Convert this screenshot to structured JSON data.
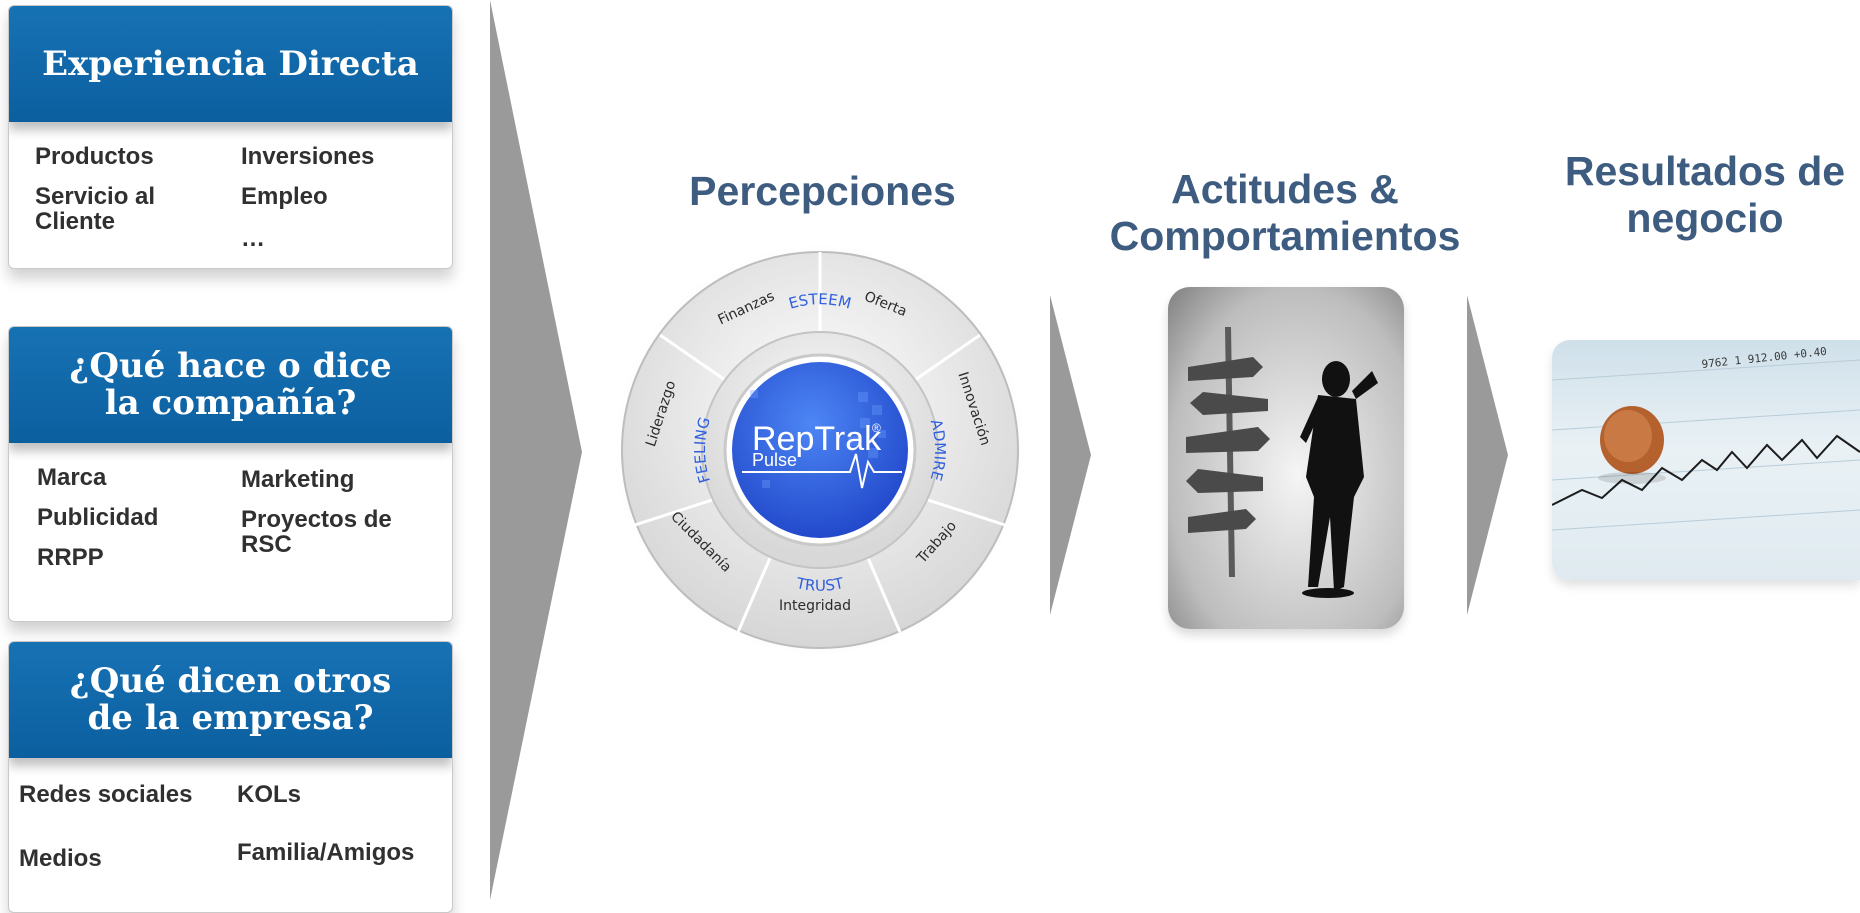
{
  "cards": [
    {
      "title": "Experiencia Directa",
      "items": [
        "Productos",
        "Servicio al Cliente",
        "Inversiones",
        "Empleo",
        "…"
      ]
    },
    {
      "title": "¿Qué hace o dice la compañía?",
      "items": [
        "Marca",
        "Publicidad",
        "RRPP",
        "Marketing",
        "Proyectos de RSC"
      ]
    },
    {
      "title": "¿Qué dicen otros de la empresa?",
      "items": [
        "Redes sociales",
        "Medios",
        "KOLs",
        "Familia/Amigos"
      ]
    }
  ],
  "stages": {
    "perceptions": "Percepciones",
    "attitudes": "Actitudes & Comportamientos",
    "results": "Resultados de negocio"
  },
  "wheel": {
    "center_brand": "RepTrak",
    "center_sub": "Pulse",
    "registered": "®",
    "inner_labels": [
      "ESTEEM",
      "ADMIRE",
      "TRUST",
      "FEELING"
    ],
    "outer_labels": [
      "Finanzas",
      "Oferta",
      "Innovación",
      "Trabajo",
      "Integridad",
      "Ciudadanía",
      "Liderazgo"
    ]
  },
  "chart_overlay": {
    "ticker_text": "9762   1 912.00  +0.40"
  },
  "colors": {
    "header_blue": "#0b5f9f",
    "title_blue": "#3d5c80",
    "arrow_gray": "#9a9a9a",
    "wheel_blue": "#2a5be0"
  }
}
